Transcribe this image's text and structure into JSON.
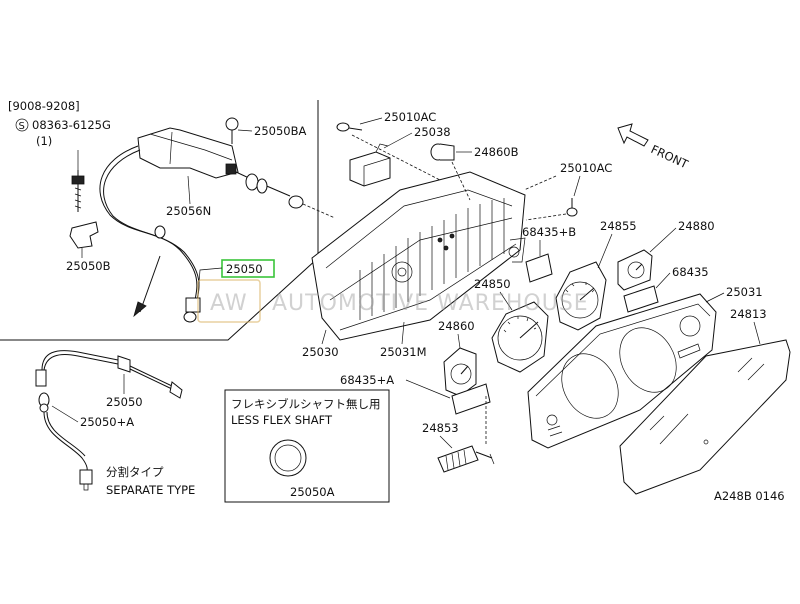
{
  "diagram": {
    "code": "A248B 0146",
    "date_range": "[9008-9208]",
    "screw_ref": "08363-6125G",
    "screw_symbol": "S",
    "screw_qty": "(1)",
    "front_label": "FRONT",
    "watermark": {
      "badge": "AW",
      "text": "AUTOMOTIVE WAREHOUSE",
      "color": "#9a9a9a"
    },
    "highlight_color": "#3ac43a",
    "parts": {
      "p25050BA": "25050BA",
      "p25010AC_top": "25010AC",
      "p25038": "25038",
      "p24860B": "24860B",
      "p25010AC_right": "25010AC",
      "p25056N": "25056N",
      "p25050B": "25050B",
      "p25050_main": "25050",
      "p68435B": "68435+B",
      "p24855": "24855",
      "p24880": "24880",
      "p68435": "68435",
      "p24850": "24850",
      "p25031": "25031",
      "p24813": "24813",
      "p24860": "24860",
      "p25030": "25030",
      "p25031M": "25031M",
      "p68435A": "68435+A",
      "p24853": "24853",
      "p25050_sub": "25050",
      "p25050A_sub": "25050+A",
      "p25050A": "25050A"
    },
    "insets": {
      "separate_jp": "分割タイプ",
      "separate_en": "SEPARATE TYPE",
      "less_flex_jp": "フレキシブルシャフト無し用",
      "less_flex_en": "LESS FLEX SHAFT"
    }
  }
}
